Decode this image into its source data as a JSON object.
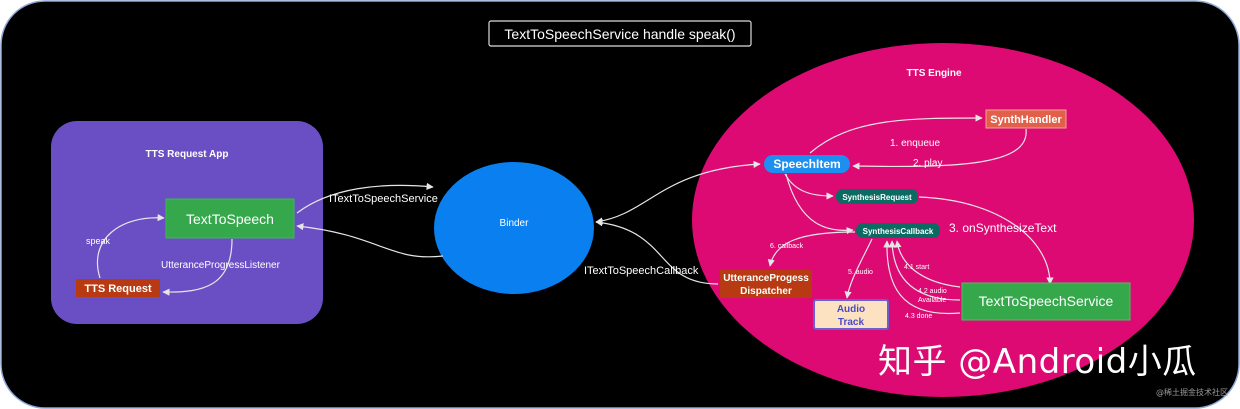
{
  "title": "TextToSpeechService handle speak()",
  "app": {
    "label": "TTS Request App",
    "text_to_speech": "TextToSpeech",
    "tts_request": "TTS Request",
    "speak": "speak",
    "progress_listener": "UtteranceProgressListener"
  },
  "binder": {
    "label": "Binder",
    "service_interface": "ITextToSpeechService",
    "callback_interface": "ITextToSpeechCallback"
  },
  "engine": {
    "label": "TTS Engine",
    "speech_item": "SpeechItem",
    "synth_handler": "SynthHandler",
    "enqueue": "1. enqueue",
    "play": "2. play",
    "synthesis_request": "SynthesisRequest",
    "synthesis_callback": "SynthesisCallback",
    "on_synthesize_text": "3. onSynthesizeText",
    "dispatcher_line1": "UtteranceProgess",
    "dispatcher_line2": "Dispatcher",
    "audio_track_line1": "Audio",
    "audio_track_line2": "Track",
    "tts_service": "TextToSpeechService",
    "callback_step": "6. callback",
    "audio_step": "5. audio",
    "start_step": "4.1 start",
    "audio_available_line1": "4.2 audio",
    "audio_available_line2": "Available",
    "done_step": "4.3 done"
  },
  "watermark": "知乎 @Android小瓜",
  "corner_mark": "@稀土掘金技术社区",
  "colors": {
    "background": "#000000",
    "app_panel": "#6a4fc4",
    "binder": "#0a7ff0",
    "engine": "#dd0a73",
    "green": "#35a84c",
    "red_box": "#b83a12",
    "synth_handler": "#e0604a",
    "speech_item": "#1d8ff0",
    "teal": "#0b6b63",
    "audio_track_fill": "#fde2c1",
    "audio_track_border": "#6a5fd0"
  }
}
